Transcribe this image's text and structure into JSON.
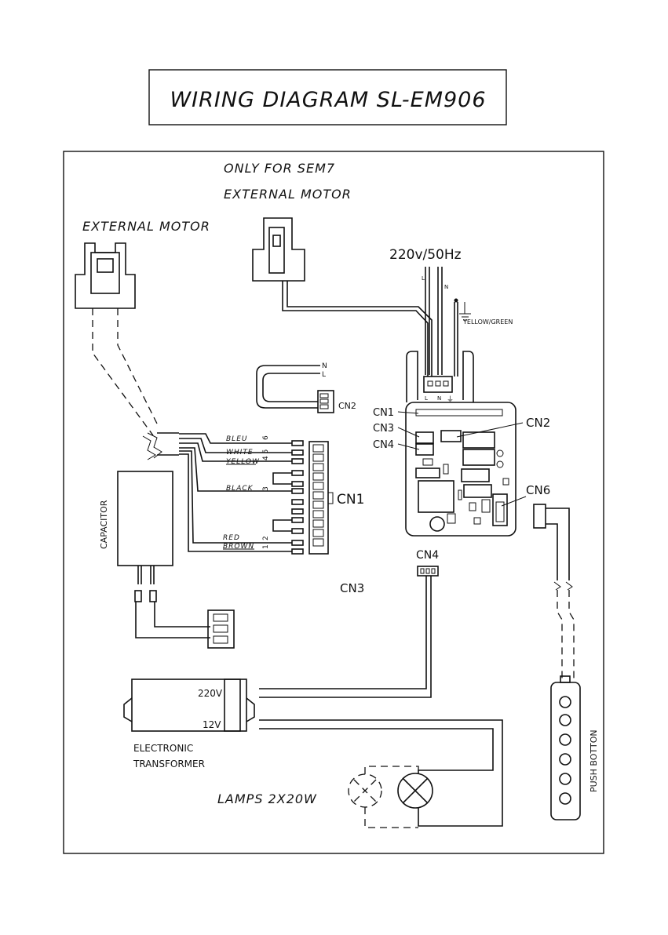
{
  "title": "WIRING DIAGRAM SL-EM906",
  "labels": {
    "only_for": "ONLY FOR SEM7",
    "external_motor_top": "EXTERNAL MOTOR",
    "external_motor_left": "EXTERNAL MOTOR",
    "power": "220v/50Hz",
    "wire_l": "L",
    "wire_n": "N",
    "earth_color": "YELLOW/GREEN",
    "term_l": "L",
    "term_n": "N",
    "cn2_n": "N",
    "cn2_l": "L",
    "cn2_small": "CN2",
    "cn1_board": "CN1",
    "cn3_board": "CN3",
    "cn4_board": "CN4",
    "cn2_board": "CN2",
    "cn6": "CN6",
    "cn1_big": "CN1",
    "cn4_lower": "CN4",
    "cn3_lower": "CN3",
    "capacitor": "CAPACITOR",
    "transformer_220": "220V",
    "transformer_12": "12V",
    "transformer_name_1": "ELECTRONIC",
    "transformer_name_2": "TRANSFORMER",
    "lamps": "LAMPS 2X20W",
    "push_button": "PUSH BOTTON"
  },
  "wires": [
    {
      "color": "BLEU",
      "pin": "6"
    },
    {
      "color": "WHITE",
      "pin": "4 5"
    },
    {
      "color": "YELLOW",
      "pin": ""
    },
    {
      "color": "BLACK",
      "pin": "3"
    },
    {
      "color": "RED",
      "pin": "2"
    },
    {
      "color": "BROWN",
      "pin": "1"
    }
  ]
}
